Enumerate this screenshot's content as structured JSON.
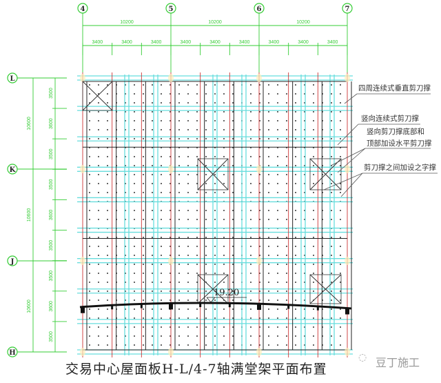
{
  "columns": [
    "4",
    "5",
    "6",
    "7"
  ],
  "rows": [
    "L",
    "K",
    "J",
    "H"
  ],
  "col_dims_major": [
    "10200",
    "10200",
    "10200"
  ],
  "col_dims_minor": [
    "3400",
    "3400",
    "3400",
    "3400",
    "3400",
    "3400",
    "3400",
    "3400",
    "3400"
  ],
  "row_dims_major": [
    "10600",
    "10600",
    "10600"
  ],
  "row_dims_minor": [
    "3500",
    "3600",
    "3500",
    "3500",
    "3600",
    "3500",
    "3500",
    "3600",
    "3500"
  ],
  "elevation": "19.20",
  "notes": [
    "四周连续式垂直剪刀撑",
    "竖向连续式剪刀撑",
    "竖向剪刀撑底部和",
    "顶部加设水平剪刀撑",
    "剪刀撑之间加设之字撑"
  ],
  "title": "交易中心屋面板H-L/4-7轴满堂架平面布置",
  "watermark": "豆丁施工",
  "colors": {
    "dim": "#33cc33",
    "cyan": "#66dddd",
    "red": "#cc3333",
    "black": "#222222"
  }
}
